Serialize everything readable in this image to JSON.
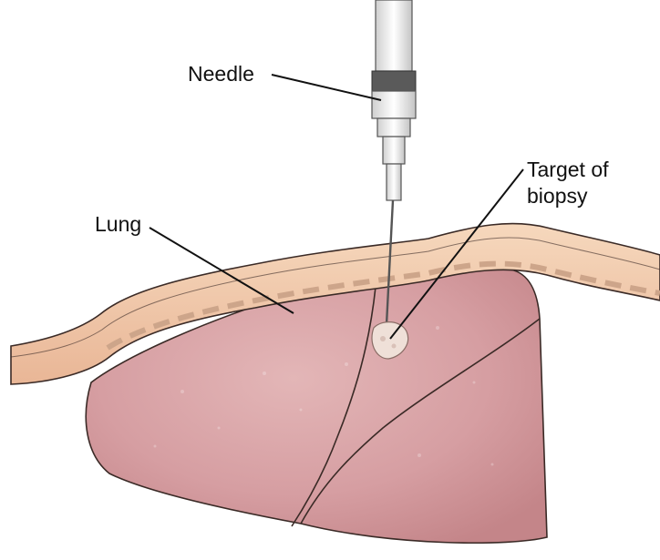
{
  "labels": {
    "needle": "Needle",
    "lung": "Lung",
    "target_line1": "Target of",
    "target_line2": "biopsy"
  },
  "colors": {
    "lung_fill": "#d9a3a6",
    "skin_fill": "#f0c8a8",
    "fat_stripe": "#e6b89a",
    "outline": "#3a2a26",
    "needle_body": "#f3f3f3",
    "needle_band": "#555555",
    "target_fill": "#efe0d8"
  },
  "icons": {
    "needle": "syringe-needle",
    "target": "tissue-lesion"
  }
}
